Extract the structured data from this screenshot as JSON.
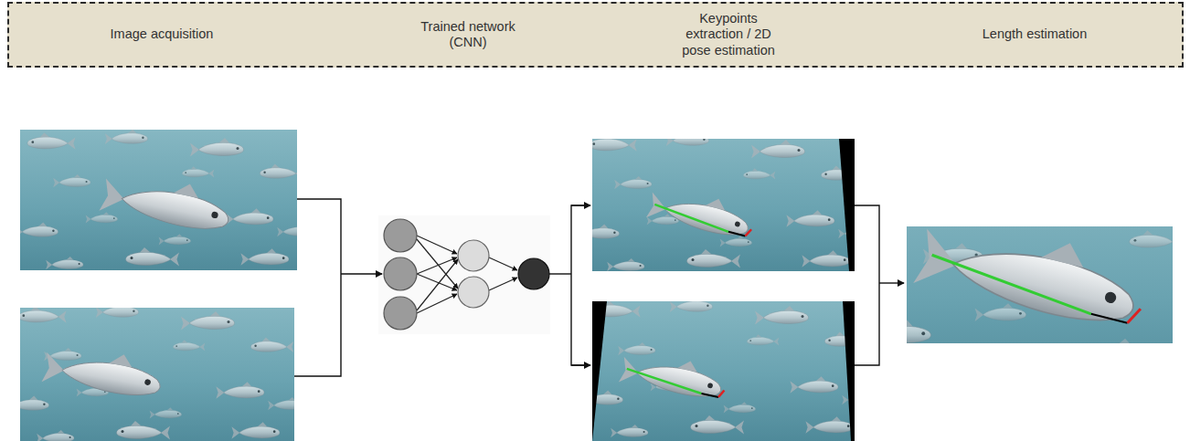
{
  "diagram": {
    "nodes": [
      {
        "text": [
          "Image acquisition",
          "Trained network (CNN)",
          "Keypoints extraction / 2D pose estimation",
          "Length estimation"
        ]
      }
    ]
  }
}
